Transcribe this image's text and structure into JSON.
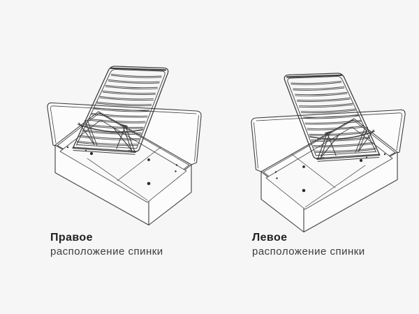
{
  "page": {
    "background_color": "#f6f6f6",
    "line_color": "#3e3e3e",
    "title_color": "#212121",
    "subtitle_color": "#3c3c3c",
    "description": "Two mirrored line drawings of a lift-up storage bed showing backrest position options"
  },
  "figures": [
    {
      "title": "Правое",
      "subtitle": "расположение спинки",
      "illustration": "bed-lift-storage-backrest-right"
    },
    {
      "title": "Левое",
      "subtitle": "расположение спинки",
      "illustration": "bed-lift-storage-backrest-left"
    }
  ]
}
